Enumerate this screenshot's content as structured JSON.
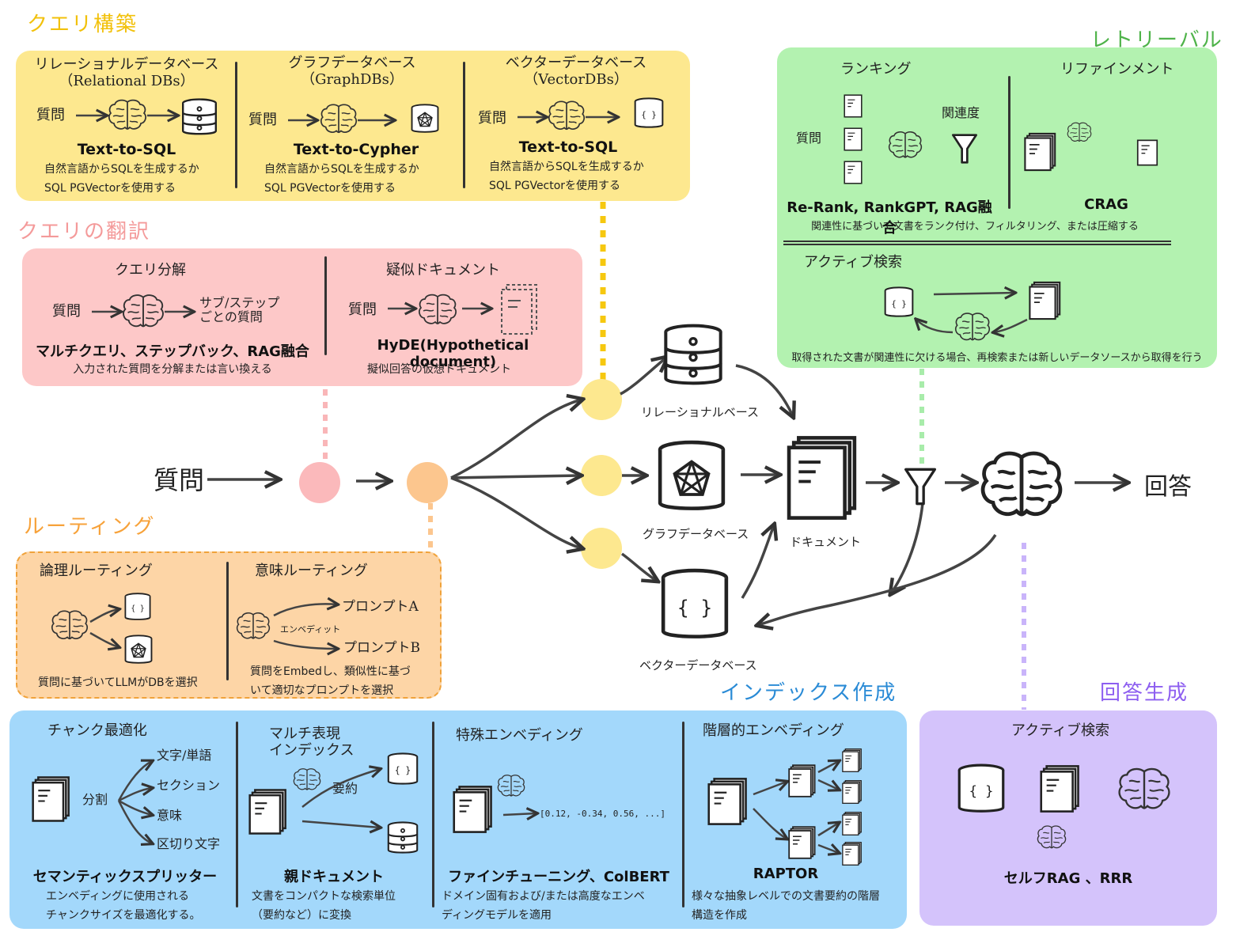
{
  "colors": {
    "yellow_panel": "#fde88f",
    "yellow_dot": "#fde88f",
    "yellow_title": "#f2c10b",
    "pink_panel": "#fdc8c8",
    "pink_dot": "#fbb9bb",
    "pink_title": "#f49a9a",
    "orange_panel": "#fdd5a6",
    "orange_dot": "#fcc68e",
    "orange_title": "#f7a23a",
    "green_panel": "#b3f2b0",
    "green_title": "#4fb34a",
    "blue_panel": "#a3d8fb",
    "blue_title": "#2a8bd6",
    "purple_panel": "#d4c3fb",
    "purple_title": "#8d5ef0"
  },
  "query_construction": {
    "title": "クエリ構築",
    "columns": [
      {
        "header": "リレーショナルデータベース\n（Relational DBs）",
        "q": "質問",
        "bold": "Text-to-SQL",
        "desc1": "自然言語からSQLを生成するか",
        "desc2": "SQL PGVectorを使用する"
      },
      {
        "header": "グラフデータベース\n（GraphDBs）",
        "q": "質問",
        "bold": "Text-to-Cypher",
        "desc1": "自然言語からSQLを生成するか",
        "desc2": "SQL PGVectorを使用する"
      },
      {
        "header": "ベクターデータベース\n（VectorDBs）",
        "q": "質問",
        "bold": "Text-to-SQL",
        "desc1": "自然言語からSQLを生成するか",
        "desc2": "SQL PGVectorを使用する"
      }
    ]
  },
  "query_translation": {
    "title": "クエリの翻訳",
    "left": {
      "header": "クエリ分解",
      "q": "質問",
      "out": "サブ/ステップ\nごとの質問",
      "bold": "マルチクエリ、ステップバック、RAG融合",
      "desc": "入力された質問を分解または言い換える"
    },
    "right": {
      "header": "疑似ドキュメント",
      "q": "質問",
      "bold": "HyDE(Hypothetical document)",
      "desc": "擬似回答の仮想ドキュメント"
    }
  },
  "routing": {
    "title": "ルーティング",
    "left": {
      "header": "論理ルーティング",
      "desc": "質問に基づいてLLMがDBを選択"
    },
    "right": {
      "header": "意味ルーティング",
      "a": "プロンプトA",
      "b": "プロンプトB",
      "mid": "エンベディット",
      "desc1": "質問をEmbedし、類似性に基づ",
      "desc2": "いて適切なプロンプトを選択"
    }
  },
  "retrieval": {
    "title": "レトリーバル",
    "ranking": {
      "header": "ランキング",
      "q": "質問",
      "rel": "関連度",
      "bold": "Re-Rank, RankGPT, RAG融合"
    },
    "refinement": {
      "header": "リファインメント",
      "bold": "CRAG"
    },
    "shared_desc": "関連性に基づいて文書をランク付け、フィルタリング、または圧縮する",
    "active": {
      "header": "アクティブ検索",
      "desc": "取得された文書が関連性に欠ける場合、再検索または新しいデータソースから取得を行う"
    }
  },
  "indexing": {
    "title": "インデックス作成",
    "chunk": {
      "header": "チャンク最適化",
      "split": "分割",
      "items": [
        "文字/単語",
        "セクション",
        "意味",
        "区切り文字"
      ],
      "bold": "セマンティックスプリッター",
      "desc1": "エンベディングに使用される",
      "desc2": "チャンクサイズを最適化する。"
    },
    "multi": {
      "header": "マルチ表現\nインデックス",
      "summary": "要約",
      "bold": "親ドキュメント",
      "desc1": "文書をコンパクトな検索単位",
      "desc2": "（要約など）に変換"
    },
    "special": {
      "header": "特殊エンベディング",
      "vector": "[0.12, -0.34, 0.56, ...]",
      "bold": "ファインチューニング、ColBERT",
      "desc1": "ドメイン固有および/または高度なエンベ",
      "desc2": "ディングモデルを適用"
    },
    "hier": {
      "header": "階層的エンベディング",
      "bold": "RAPTOR",
      "desc1": "様々な抽象レベルでの文書要約の階層",
      "desc2": "構造を作成"
    }
  },
  "generation": {
    "title": "回答生成",
    "header": "アクティブ検索",
    "bold": "セルフRAG 、RRR"
  },
  "flow": {
    "question": "質問",
    "answer": "回答",
    "relational": "リレーショナルベース",
    "graph": "グラフデータベース",
    "vector": "ベクターデータベース",
    "documents": "ドキュメント"
  }
}
